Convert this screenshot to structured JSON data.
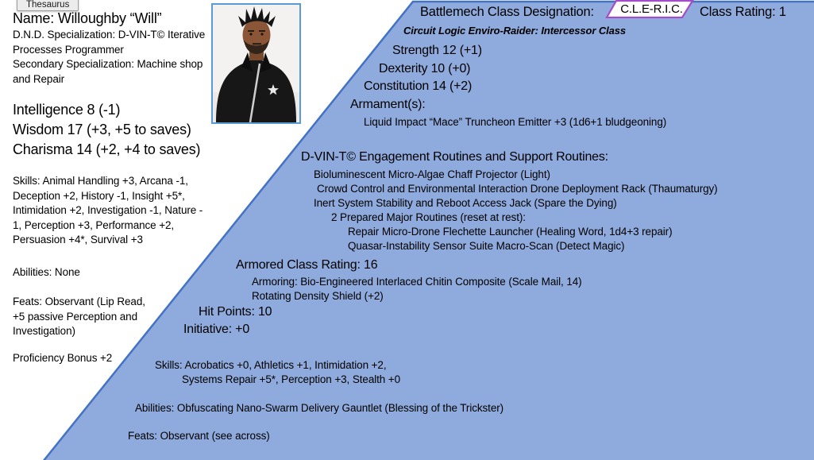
{
  "tooltip": {
    "label": "Thesaurus"
  },
  "character_left": {
    "name": "Name: Willoughby “Will”",
    "specialization": "D.N.D. Specialization: D-VIN-T© Iterative\nProcesses Programmer\nSecondary Specialization: Machine shop\nand Repair",
    "ability_scores": "Intelligence 8 (-1)\nWisdom 17 (+3, +5 to saves)\nCharisma 14 (+2, +4 to saves)",
    "skills": "Skills: Animal Handling +3, Arcana -1,\nDeception +2, History -1, Insight +5*,\nIntimidation +2, Investigation -1, Nature -\n1, Perception +3, Performance +2,\nPersuasion +4*, Survival +3",
    "abilities": "Abilities: None",
    "feats": "Feats: Observant (Lip Read,\n+5 passive Perception and\nInvestigation)",
    "proficiency": "Proficiency Bonus +2"
  },
  "portrait": {
    "description": "photo of man with spiky twists hairstyle wearing black jacket with white star"
  },
  "mech_panel": {
    "title_prefix": "Battlemech Class Designation:",
    "designation": "C.L.E-R.I.C.",
    "class_rating": "Class Rating: 1",
    "subtitle": "Circuit Logic Enviro-Raider: Intercessor Class",
    "strength": "Strength 12 (+1)",
    "dexterity": "Dexterity 10 (+0)",
    "constitution": "Constitution 14 (+2)",
    "armaments_header": "Armament(s):",
    "armament_1": "Liquid Impact “Mace” Truncheon Emitter +3 (1d6+1 bludgeoning)",
    "routines_header": "D-VIN-T© Engagement Routines and Support Routines:",
    "routine_1": "Bioluminescent Micro-Algae Chaff Projector (Light)",
    "routine_2": "Crowd Control and Environmental Interaction Drone Deployment Rack (Thaumaturgy)",
    "routine_3": "Inert System Stability and Reboot Access Jack (Spare the Dying)",
    "routine_4": "2 Prepared Major Routines (reset at rest):",
    "routine_5": "Repair Micro-Drone Flechette Launcher (Healing Word, 1d4+3 repair)",
    "routine_6": "Quasar-Instability Sensor Suite Macro-Scan (Detect Magic)",
    "armor_header": "Armored Class Rating: 16",
    "armor_1": "Armoring: Bio-Engineered Interlaced Chitin Composite (Scale Mail, 14)",
    "armor_2": "Rotating Density Shield (+2)",
    "hit_points": "Hit Points: 10",
    "initiative": "Initiative: +0",
    "skills_line_1": "Skills: Acrobatics +0, Athletics +1, Intimidation +2,",
    "skills_line_2": "Systems Repair +5*, Perception +3, Stealth +0",
    "abilities": "Abilities: Obfuscating Nano-Swarm Delivery Gauntlet (Blessing of the Trickster)",
    "feats": "Feats: Observant (see across)"
  },
  "colors": {
    "shape_fill": "#8FAADC",
    "shape_border": "#4472C4",
    "callout_border": "#A54CC8",
    "photo_border": "#5B9BD5"
  }
}
